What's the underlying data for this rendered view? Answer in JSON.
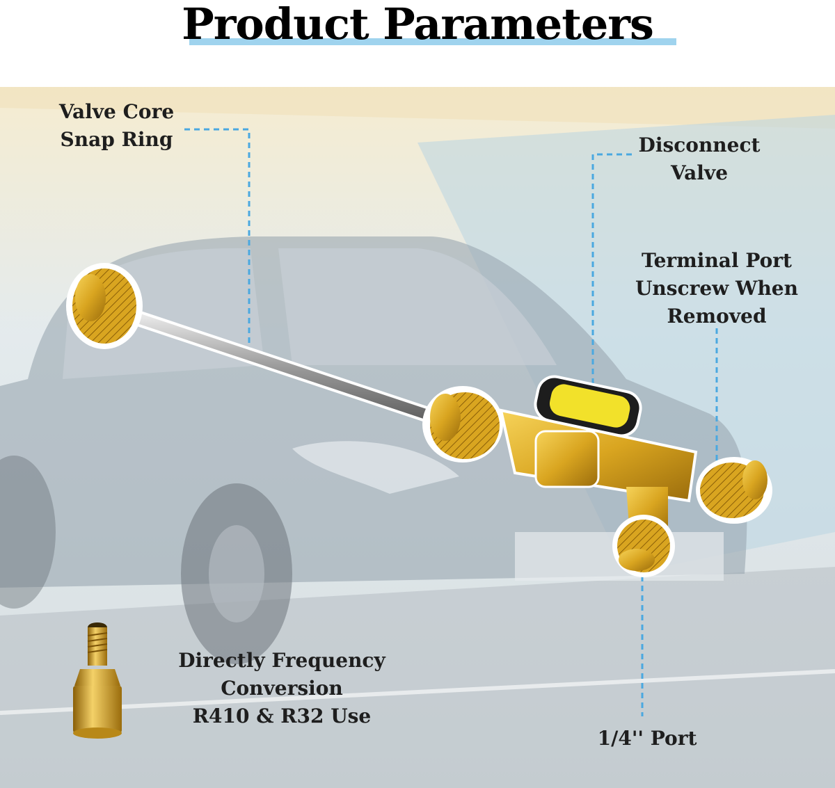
{
  "title": "Product Parameters",
  "labels": {
    "valve_core": [
      "Valve Core",
      "Snap Ring"
    ],
    "disconnect": [
      "Disconnect",
      "Valve"
    ],
    "terminal": [
      "Terminal Port",
      "Unscrew When",
      "Removed"
    ],
    "adapter": [
      "Directly Frequency",
      "Conversion",
      "R410 & R32 Use"
    ],
    "port": "1/4'' Port"
  },
  "colors": {
    "leader_line": "#4aa8e0",
    "title_underline": "#9fd3ee",
    "brass": "#d9a520",
    "handle": "#f2e12a"
  },
  "icons": [
    "valve-core-tool-icon",
    "adapter-fitting-icon",
    "car-illustration"
  ]
}
